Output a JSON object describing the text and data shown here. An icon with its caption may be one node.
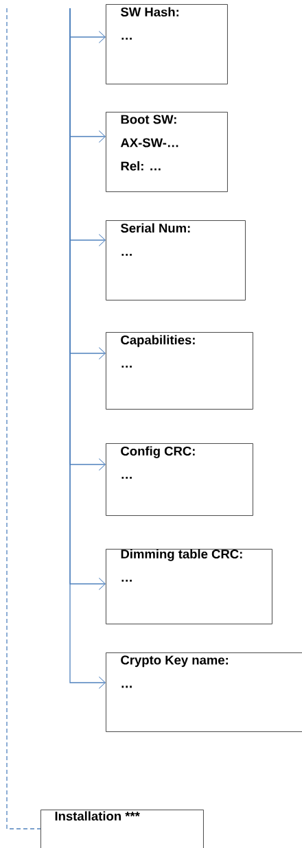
{
  "diagram": {
    "nodes": [
      {
        "text": [
          "SW Hash:",
          "…"
        ]
      },
      {
        "text": [
          "Boot SW:",
          "AX-SW-…",
          "Rel: …"
        ]
      },
      {
        "text": [
          "Serial Num:",
          "…"
        ]
      },
      {
        "text": [
          "Capabilities:",
          "…"
        ]
      },
      {
        "text": [
          "Config CRC:",
          "…"
        ]
      },
      {
        "text": [
          "Dimming table CRC:",
          "…"
        ]
      },
      {
        "text": [
          "Crypto Key name:",
          "…"
        ]
      },
      {
        "text": [
          "Installation ***"
        ]
      }
    ],
    "edges": [
      {
        "from": null,
        "to": 0,
        "arrow": "to"
      },
      {
        "from": null,
        "to": 1,
        "arrow": "to"
      },
      {
        "from": null,
        "to": 2,
        "arrow": "to"
      },
      {
        "from": null,
        "to": 3,
        "arrow": "to"
      },
      {
        "from": null,
        "to": 4,
        "arrow": "to"
      },
      {
        "from": null,
        "to": 5,
        "arrow": "to"
      },
      {
        "from": null,
        "to": 6,
        "arrow": "to"
      },
      {
        "from": null,
        "to": 7,
        "arrow": "none",
        "style": "dashed"
      }
    ]
  }
}
